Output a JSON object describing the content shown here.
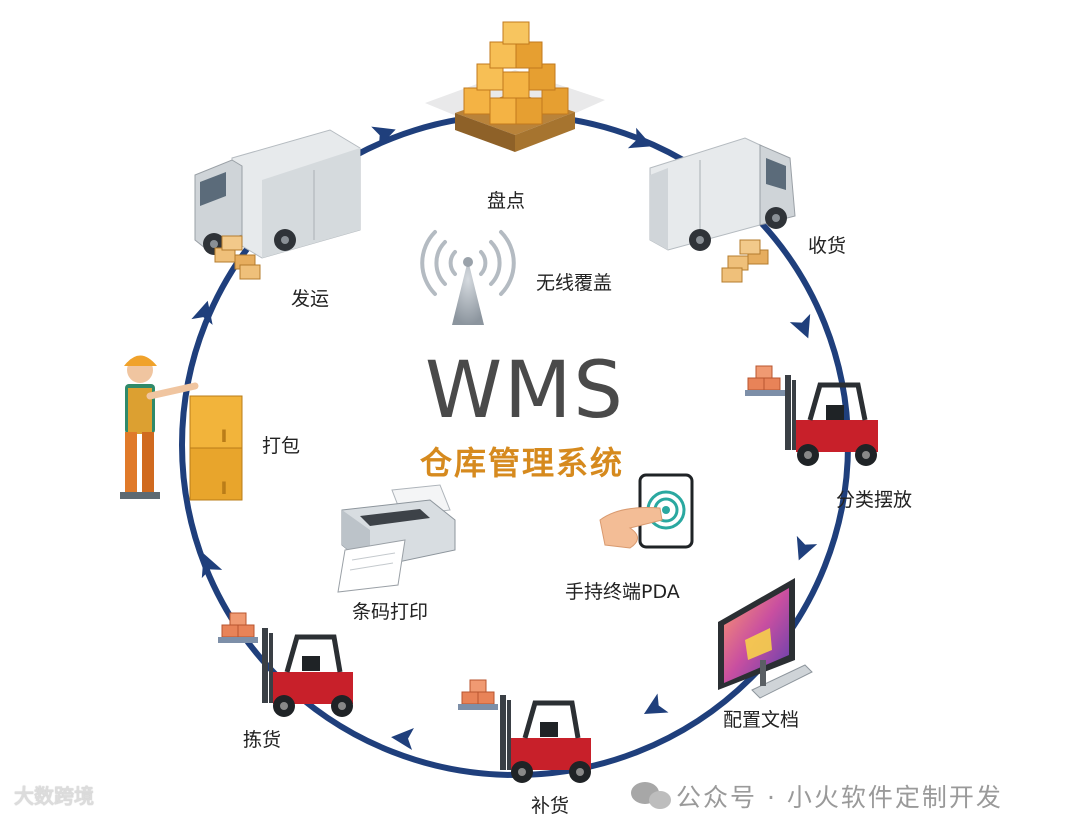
{
  "diagram": {
    "title": "WMS",
    "subtitle": "仓库管理系统",
    "center_items": {
      "wireless": "无线覆盖",
      "pda": "手持终端PDA",
      "barcode": "条码打印"
    },
    "cycle_steps": {
      "inventory": "盘点",
      "receiving": "收货",
      "sorting": "分类摆放",
      "config": "配置文档",
      "replenish": "补货",
      "picking": "拣货",
      "packing": "打包",
      "shipping": "发运"
    },
    "colors": {
      "ring": "#1f3f7c",
      "accent": "#d68a1e",
      "forklift": "#c8202a",
      "box": "#e8a33a",
      "truck": "#e4e7ea"
    }
  },
  "watermarks": {
    "left": "大数跨境",
    "right": "公众号 · 小火软件定制开发"
  }
}
